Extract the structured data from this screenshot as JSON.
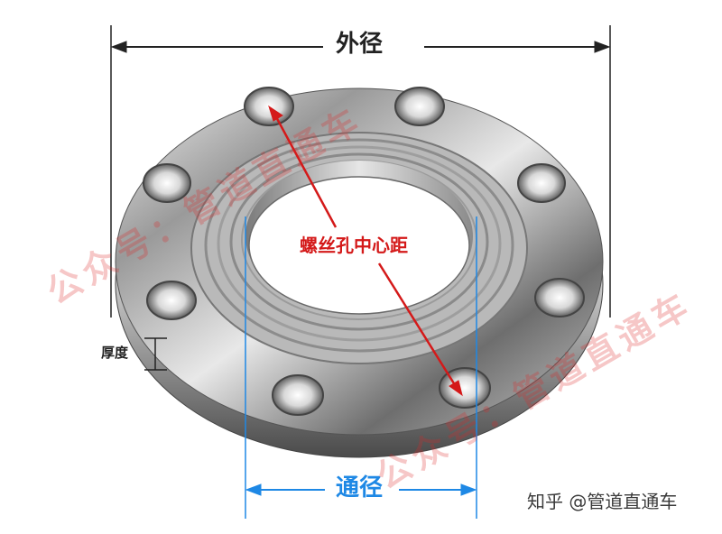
{
  "labels": {
    "outer_diameter": "外径",
    "bolt_center_distance": "螺丝孔中心距",
    "thickness": "厚度",
    "bore_diameter": "通径"
  },
  "watermark": {
    "site": "知乎 @管道直通车",
    "overlay_left": "公众号：管道直通车",
    "overlay_right": "公众号：管道直通车"
  },
  "colors": {
    "dimension_black": "#222222",
    "dimension_blue": "#1e88e5",
    "dimension_red": "#d41919",
    "watermark_red": "#dc2828"
  }
}
